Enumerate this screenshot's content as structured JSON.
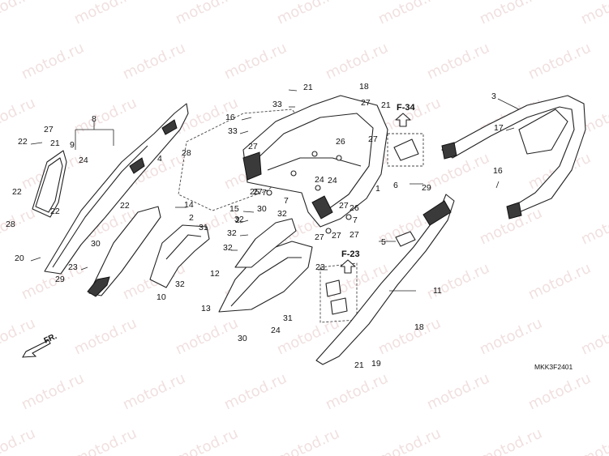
{
  "watermark": "motod.ru",
  "diagram_code": "MKK3F2401",
  "front_label": "FR.",
  "references": [
    {
      "id": "ref-f34",
      "text": "F-34"
    },
    {
      "id": "ref-f23",
      "text": "F-23"
    }
  ],
  "callouts": [
    "1",
    "2",
    "2",
    "3",
    "4",
    "5",
    "6",
    "7",
    "7",
    "7",
    "8",
    "9",
    "10",
    "11",
    "12",
    "13",
    "14",
    "15",
    "16",
    "16",
    "17",
    "18",
    "18",
    "19",
    "20",
    "21",
    "21",
    "21",
    "21",
    "22",
    "22",
    "22",
    "22",
    "23",
    "23",
    "24",
    "24",
    "24",
    "24",
    "25",
    "26",
    "26",
    "27",
    "27",
    "27",
    "27",
    "27",
    "27",
    "27",
    "27",
    "27",
    "28",
    "28",
    "29",
    "29",
    "30",
    "30",
    "30",
    "31",
    "31",
    "32",
    "32",
    "32",
    "32",
    "32",
    "33",
    "33"
  ]
}
